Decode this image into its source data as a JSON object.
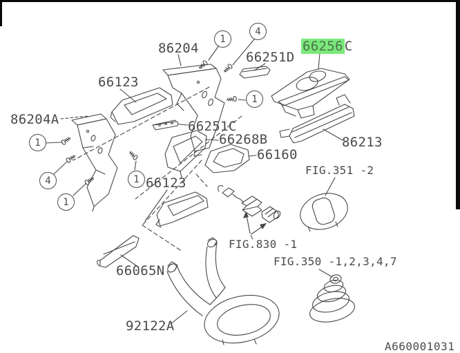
{
  "diagram": {
    "footer_code": "A660001031",
    "description": "exploded-parts-diagram-console-trim"
  },
  "colors": {
    "highlight_green": "#7be87b",
    "line": "#474747",
    "text": "#4a4a4a",
    "edge_black": "#0a0a0a"
  },
  "labels": {
    "p86204": "86204",
    "p66123_top": "66123",
    "p86204A": "86204A",
    "p66251D": "66251D",
    "p66256_num": "66256",
    "p66256_sfx": "C",
    "p66251C": "66251C",
    "p66268B": "66268B",
    "p66160": "66160",
    "p86213": "86213",
    "fig351": "FIG.351 -2",
    "p66123_mid": "66123",
    "fig830": "FIG.830 -1",
    "fig350": "FIG.350 -1,2,3,4,7",
    "p66065N": "66065N",
    "p92122A": "92122A"
  },
  "callouts": {
    "one": "1",
    "four": "4"
  }
}
